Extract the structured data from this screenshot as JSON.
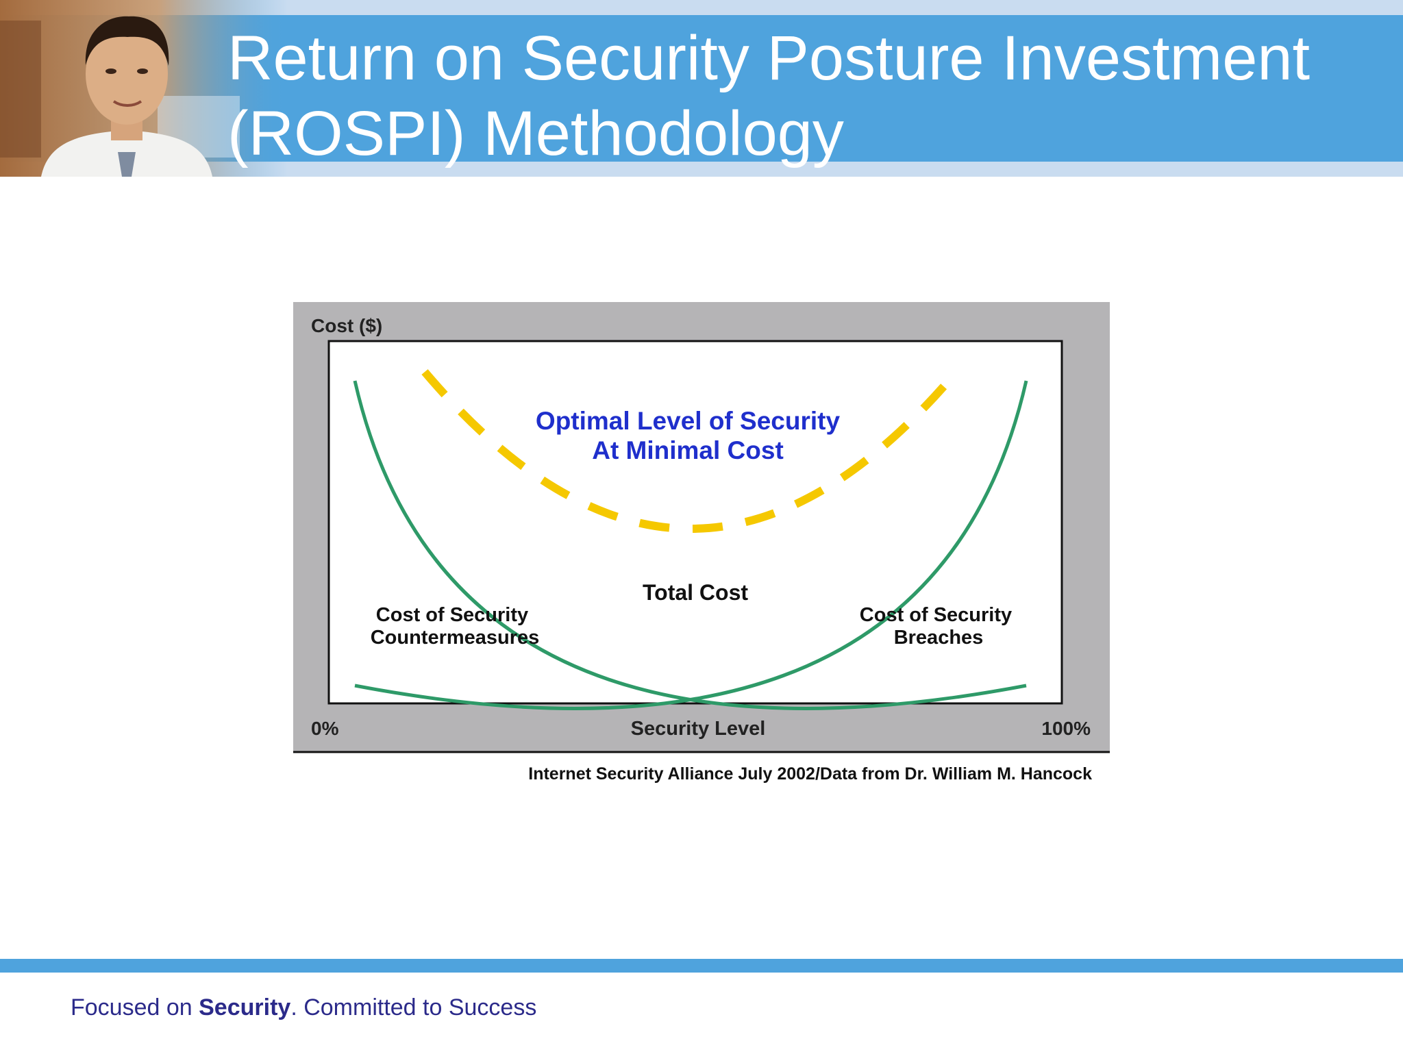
{
  "slide": {
    "title_line1": "Return on Security Posture Investment",
    "title_line2": "(ROSPI) Methodology",
    "source": "Internet Security Alliance July 2002/Data from Dr. William M. Hancock"
  },
  "chart_data": {
    "type": "line",
    "y_axis_label": "Cost ($)",
    "x_axis_label": "Security Level",
    "x_min_label": "0%",
    "x_max_label": "100%",
    "curves": {
      "countermeasures": "Cost of Security Countermeasures",
      "breaches": "Cost of Security Breaches",
      "total": "Total Cost"
    },
    "optimum": {
      "line1": "Optimal Level of Security",
      "line2": "At Minimal Cost"
    },
    "colors": {
      "cost_curves": "#2e9a68",
      "total_cost": "#f5c800",
      "optimum_text": "#1f2fcc",
      "panel": "#b5b4b6"
    }
  },
  "footer": {
    "tagline_pre": "Focused on ",
    "tagline_bold": "Security",
    "tagline_post": ". Committed to Success"
  }
}
